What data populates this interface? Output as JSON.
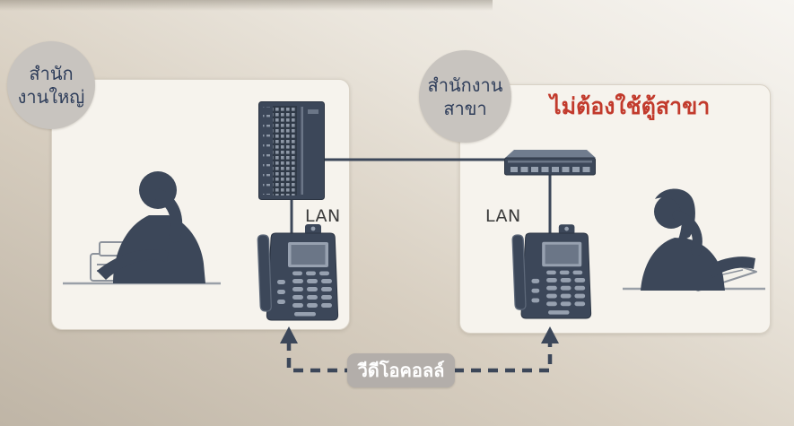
{
  "badges": {
    "head_office": {
      "line1": "สำนัก",
      "line2": "งานใหญ่"
    },
    "branch": {
      "line1": "สำนักงาน",
      "line2": "สาขา"
    }
  },
  "annotations": {
    "no_pbx_note": "ไม่ต้องใช้ตู้สาขา",
    "video_call_label": "วีดีโอคอลล์"
  },
  "labels": {
    "lan_left": "LAN",
    "lan_right": "LAN"
  },
  "devices": {
    "left_panel": [
      "pbx-server-icon",
      "ip-videophone-icon",
      "person-on-phone-icon",
      "printer-fax-icon"
    ],
    "right_panel": [
      "network-switch-icon",
      "ip-videophone-icon",
      "person-on-phone-icon",
      "keyboard-icon"
    ]
  },
  "colors": {
    "navy": "#3c4759",
    "red_text": "#c23a2c",
    "badge_bg": "#c8c4bf",
    "badge_text": "#2e3d5a",
    "panel_bg": "#f6f3ed",
    "panel_border": "#d9d2c6",
    "label_bg": "#b3aeaa",
    "label_text": "#ffffff",
    "photo_bg_dark": "#bfb5a6",
    "photo_bg_light": "#f7f5f1"
  }
}
